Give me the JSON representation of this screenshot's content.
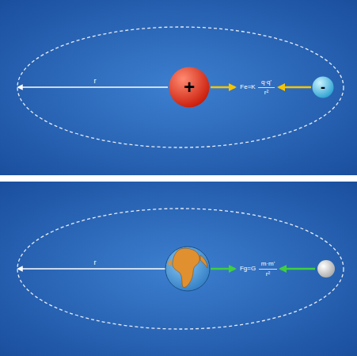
{
  "diagram": {
    "nodes": [
      {
        "text": [
          "+"
        ]
      },
      {
        "text": [
          "-"
        ]
      }
    ],
    "labels": [
      "r",
      "Fe=K",
      "q·q'",
      "r²",
      "r",
      "Fg=G",
      "m·m'",
      "r²"
    ]
  }
}
